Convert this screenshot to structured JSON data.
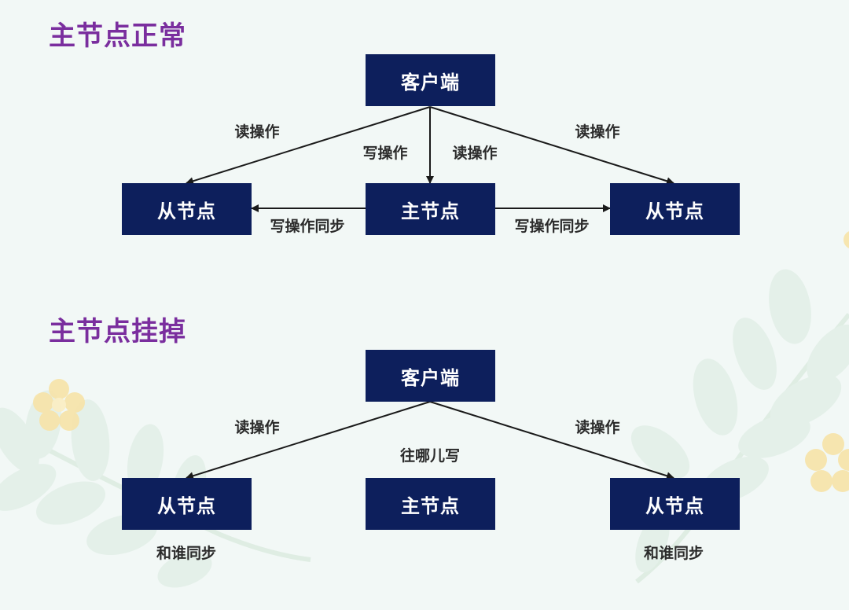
{
  "colors": {
    "node_fill": "#0d1f5c",
    "title_color": "#7a2e9e",
    "arrow_color": "#1a1a1a",
    "background": "#f2f8f6"
  },
  "normal": {
    "title": "主节点正常",
    "client": "客户端",
    "slave_left": "从节点",
    "master": "主节点",
    "slave_right": "从节点",
    "read_left": "读操作",
    "write_center": "写操作",
    "read_center": "读操作",
    "read_right": "读操作",
    "sync_left": "写操作同步",
    "sync_right": "写操作同步"
  },
  "failure": {
    "title": "主节点挂掉",
    "client": "客户端",
    "slave_left": "从节点",
    "master": "主节点",
    "slave_right": "从节点",
    "read_left": "读操作",
    "read_right": "读操作",
    "where_write": "往哪儿写",
    "sync_with_left": "和谁同步",
    "sync_with_right": "和谁同步"
  }
}
